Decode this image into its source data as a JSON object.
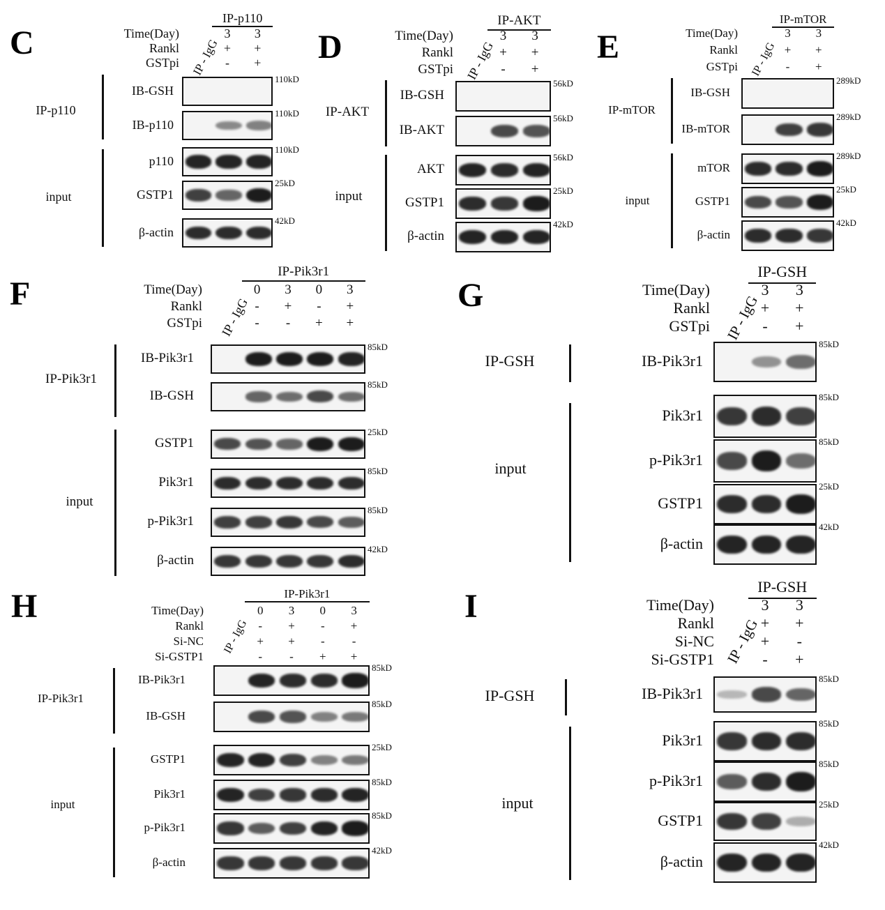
{
  "panels": [
    {
      "id": "C",
      "letter": "C",
      "ip_header": "IP-p110",
      "igg_label": "IP - IgG",
      "conditions": [
        {
          "label": "Time(Day)",
          "values": [
            "3",
            "3"
          ]
        },
        {
          "label": "Rankl",
          "values": [
            "+",
            "+"
          ]
        },
        {
          "label": "GSTpi",
          "values": [
            "-",
            "+"
          ]
        }
      ],
      "groups": [
        {
          "label": "IP-p110",
          "rows": [
            {
              "label": "IB-GSH",
              "mw": "110kD",
              "bands": [
                0,
                0,
                0
              ]
            },
            {
              "label": "IB-p110",
              "mw": "110kD",
              "bands": [
                0,
                0.4,
                0.45
              ]
            }
          ]
        },
        {
          "label": "input",
          "rows": [
            {
              "label": "p110",
              "mw": "110kD",
              "bands": [
                0.95,
                0.95,
                0.95
              ]
            },
            {
              "label": "GSTP1",
              "mw": "25kD",
              "bands": [
                0.8,
                0.6,
                1.0
              ]
            },
            {
              "label": "β-actin",
              "mw": "42kD",
              "bands": [
                0.9,
                0.9,
                0.9
              ]
            }
          ]
        }
      ]
    },
    {
      "id": "D",
      "letter": "D",
      "ip_header": "IP-AKT",
      "igg_label": "IP - IgG",
      "conditions": [
        {
          "label": "Time(Day)",
          "values": [
            "3",
            "3"
          ]
        },
        {
          "label": "Rankl",
          "values": [
            "+",
            "+"
          ]
        },
        {
          "label": "GSTpi",
          "values": [
            "-",
            "+"
          ]
        }
      ],
      "groups": [
        {
          "label": "IP-AKT",
          "rows": [
            {
              "label": "IB-GSH",
              "mw": "56kD",
              "bands": [
                0,
                0,
                0
              ]
            },
            {
              "label": "IB-AKT",
              "mw": "56kD",
              "bands": [
                0,
                0.75,
                0.7
              ]
            }
          ]
        },
        {
          "label": "input",
          "rows": [
            {
              "label": "AKT",
              "mw": "56kD",
              "bands": [
                0.95,
                0.9,
                0.95
              ]
            },
            {
              "label": "GSTP1",
              "mw": "25kD",
              "bands": [
                0.9,
                0.85,
                1.0
              ]
            },
            {
              "label": "β-actin",
              "mw": "42kD",
              "bands": [
                0.95,
                0.95,
                0.95
              ]
            }
          ]
        }
      ]
    },
    {
      "id": "E",
      "letter": "E",
      "ip_header": "IP-mTOR",
      "igg_label": "IP - IgG",
      "conditions": [
        {
          "label": "Time(Day)",
          "values": [
            "3",
            "3"
          ]
        },
        {
          "label": "Rankl",
          "values": [
            "+",
            "+"
          ]
        },
        {
          "label": "GSTpi",
          "values": [
            "-",
            "+"
          ]
        }
      ],
      "groups": [
        {
          "label": "IP-mTOR",
          "rows": [
            {
              "label": "IB-GSH",
              "mw": "289kD",
              "bands": [
                0,
                0,
                0
              ]
            },
            {
              "label": "IB-mTOR",
              "mw": "289kD",
              "bands": [
                0,
                0.8,
                0.85
              ]
            }
          ]
        },
        {
          "label": "input",
          "rows": [
            {
              "label": "mTOR",
              "mw": "289kD",
              "bands": [
                0.9,
                0.9,
                1.0
              ]
            },
            {
              "label": "GSTP1",
              "mw": "25kD",
              "bands": [
                0.75,
                0.7,
                1.0
              ]
            },
            {
              "label": "β-actin",
              "mw": "42kD",
              "bands": [
                0.9,
                0.9,
                0.85
              ]
            }
          ]
        }
      ]
    },
    {
      "id": "F",
      "letter": "F",
      "ip_header": "IP-Pik3r1",
      "igg_label": "IP - IgG",
      "conditions": [
        {
          "label": "Time(Day)",
          "values": [
            "0",
            "3",
            "0",
            "3"
          ]
        },
        {
          "label": "Rankl",
          "values": [
            "-",
            "+",
            "-",
            "+"
          ]
        },
        {
          "label": "GSTpi",
          "values": [
            "-",
            "-",
            "+",
            "+"
          ]
        }
      ],
      "groups": [
        {
          "label": "IP-Pik3r1",
          "rows": [
            {
              "label": "IB-Pik3r1",
              "mw": "85kD",
              "bands": [
                0,
                1.0,
                1.0,
                1.0,
                0.95
              ]
            },
            {
              "label": "IB-GSH",
              "mw": "85kD",
              "bands": [
                0,
                0.6,
                0.55,
                0.75,
                0.55
              ]
            }
          ]
        },
        {
          "label": "input",
          "rows": [
            {
              "label": "GSTP1",
              "mw": "25kD",
              "bands": [
                0.75,
                0.7,
                0.6,
                1.0,
                1.0
              ]
            },
            {
              "label": "Pik3r1",
              "mw": "85kD",
              "bands": [
                0.9,
                0.9,
                0.9,
                0.9,
                0.9
              ]
            },
            {
              "label": "p-Pik3r1",
              "mw": "85kD",
              "bands": [
                0.8,
                0.8,
                0.85,
                0.75,
                0.65
              ]
            },
            {
              "label": "β-actin",
              "mw": "42kD",
              "bands": [
                0.85,
                0.85,
                0.85,
                0.85,
                0.9
              ]
            }
          ]
        }
      ]
    },
    {
      "id": "G",
      "letter": "G",
      "ip_header": "IP-GSH",
      "igg_label": "IP - IgG",
      "conditions": [
        {
          "label": "Time(Day)",
          "values": [
            "3",
            "3"
          ]
        },
        {
          "label": "Rankl",
          "values": [
            "+",
            "+"
          ]
        },
        {
          "label": "GSTpi",
          "values": [
            "-",
            "+"
          ]
        }
      ],
      "groups": [
        {
          "label": "IP-GSH",
          "rows": [
            {
              "label": "IB-Pik3r1",
              "mw": "85kD",
              "bands": [
                0,
                0.35,
                0.55
              ]
            }
          ]
        },
        {
          "label": "input",
          "rows": [
            {
              "label": "Pik3r1",
              "mw": "85kD",
              "bands": [
                0.85,
                0.9,
                0.8
              ]
            },
            {
              "label": "p-Pik3r1",
              "mw": "85kD",
              "bands": [
                0.75,
                1.0,
                0.55
              ]
            },
            {
              "label": "GSTP1",
              "mw": "25kD",
              "bands": [
                0.9,
                0.9,
                1.0
              ]
            },
            {
              "label": "β-actin",
              "mw": "42kD",
              "bands": [
                0.95,
                0.95,
                0.95
              ]
            }
          ]
        }
      ]
    },
    {
      "id": "H",
      "letter": "H",
      "ip_header": "IP-Pik3r1",
      "igg_label": "IP - IgG",
      "conditions": [
        {
          "label": "Time(Day)",
          "values": [
            "0",
            "3",
            "0",
            "3"
          ]
        },
        {
          "label": "Rankl",
          "values": [
            "-",
            "+",
            "-",
            "+"
          ]
        },
        {
          "label": "Si-NC",
          "values": [
            "+",
            "+",
            "-",
            "-"
          ]
        },
        {
          "label": "Si-GSTP1",
          "values": [
            "-",
            "-",
            "+",
            "+"
          ]
        }
      ],
      "groups": [
        {
          "label": "IP-Pik3r1",
          "rows": [
            {
              "label": "IB-Pik3r1",
              "mw": "85kD",
              "bands": [
                0,
                0.95,
                0.9,
                0.9,
                1.0
              ]
            },
            {
              "label": "IB-GSH",
              "mw": "85kD",
              "bands": [
                0,
                0.75,
                0.7,
                0.45,
                0.5
              ]
            }
          ]
        },
        {
          "label": "input",
          "rows": [
            {
              "label": "GSTP1",
              "mw": "25kD",
              "bands": [
                0.95,
                0.95,
                0.8,
                0.45,
                0.5
              ]
            },
            {
              "label": "Pik3r1",
              "mw": "85kD",
              "bands": [
                0.95,
                0.8,
                0.85,
                0.9,
                0.95
              ]
            },
            {
              "label": "p-Pik3r1",
              "mw": "85kD",
              "bands": [
                0.85,
                0.65,
                0.8,
                0.95,
                1.0
              ]
            },
            {
              "label": "β-actin",
              "mw": "42kD",
              "bands": [
                0.85,
                0.85,
                0.85,
                0.85,
                0.85
              ]
            }
          ]
        }
      ]
    },
    {
      "id": "I",
      "letter": "I",
      "ip_header": "IP-GSH",
      "igg_label": "IP - IgG",
      "conditions": [
        {
          "label": "Time(Day)",
          "values": [
            "3",
            "3"
          ]
        },
        {
          "label": "Rankl",
          "values": [
            "+",
            "+"
          ]
        },
        {
          "label": "Si-NC",
          "values": [
            "+",
            "-"
          ]
        },
        {
          "label": "Si-GSTP1",
          "values": [
            "-",
            "+"
          ]
        }
      ],
      "groups": [
        {
          "label": "IP-GSH",
          "rows": [
            {
              "label": "IB-Pik3r1",
              "mw": "85kD",
              "bands": [
                0.15,
                0.75,
                0.6
              ]
            }
          ]
        },
        {
          "label": "input",
          "rows": [
            {
              "label": "Pik3r1",
              "mw": "85kD",
              "bands": [
                0.85,
                0.9,
                0.9
              ]
            },
            {
              "label": "p-Pik3r1",
              "mw": "85kD",
              "bands": [
                0.65,
                0.9,
                1.0
              ]
            },
            {
              "label": "GSTP1",
              "mw": "25kD",
              "bands": [
                0.85,
                0.8,
                0.2
              ]
            },
            {
              "label": "β-actin",
              "mw": "42kD",
              "bands": [
                0.95,
                0.95,
                0.95
              ]
            }
          ]
        }
      ]
    }
  ]
}
